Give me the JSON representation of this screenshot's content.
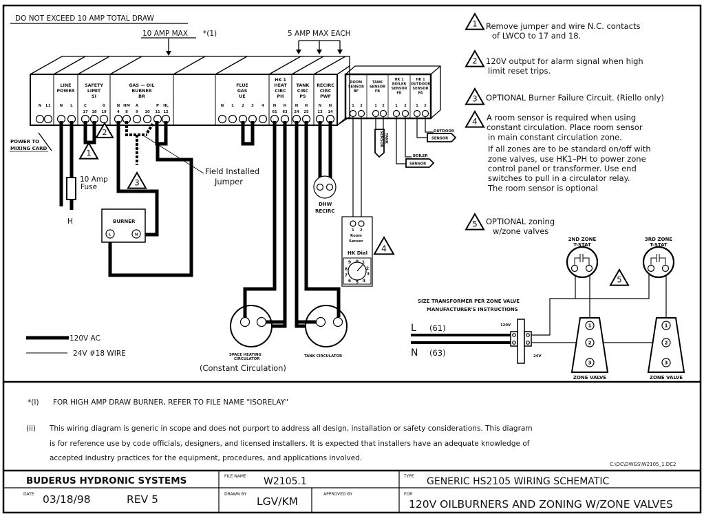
{
  "header": {
    "total_draw": "DO NOT EXCEED 10 AMP TOTAL DRAW",
    "ten_amp_max": "10 AMP MAX",
    "ten_amp_ref": "*(1)",
    "five_amp_max": "5 AMP MAX EACH"
  },
  "modules": [
    {
      "title": [
        "",
        "",
        ""
      ],
      "terminals": [
        "N",
        "L1"
      ],
      "numbers": [
        "",
        ""
      ]
    },
    {
      "title": [
        "LINE",
        "POWER",
        ""
      ],
      "terminals": [
        "N",
        "L"
      ],
      "numbers": [
        "",
        ""
      ]
    },
    {
      "title": [
        "SAFETY",
        "LIMIT",
        "SI"
      ],
      "terminals": [
        "C",
        "",
        "0"
      ],
      "numbers": [
        "17",
        "18",
        "19"
      ]
    },
    {
      "title": [
        "GAS — OIL",
        "BURNER",
        "BR"
      ],
      "terminals": [
        "N",
        "HM",
        "A",
        "",
        "P",
        "HL"
      ],
      "numbers": [
        "4",
        "8",
        "9",
        "10",
        "11",
        "12"
      ]
    },
    {
      "title": [
        "FLUE",
        "GAS",
        "UE"
      ],
      "terminals": [
        "N",
        "1",
        "2",
        "3",
        "4"
      ],
      "numbers": [
        "",
        "",
        "",
        "",
        ""
      ]
    },
    {
      "title": [
        "HK 1",
        "HEAT",
        "CIRC",
        "PH"
      ],
      "terminals": [
        "N",
        "H"
      ],
      "numbers": [
        "61",
        "63"
      ]
    },
    {
      "title": [
        "TANK",
        "CIRC",
        "PS"
      ],
      "terminals": [
        "N",
        "H"
      ],
      "numbers": [
        "24",
        "25"
      ]
    },
    {
      "title": [
        "RECIRC",
        "CIRC",
        "PWF"
      ],
      "terminals": [
        "N",
        "H"
      ],
      "numbers": [
        "13",
        "14"
      ]
    }
  ],
  "sensor_modules": [
    {
      "title": [
        "ROOM",
        "SENSOR",
        "BF"
      ],
      "terminals": [
        "1",
        "2"
      ]
    },
    {
      "title": [
        "TANK",
        "SENSOR",
        "FB"
      ],
      "terminals": [
        "1",
        "2"
      ]
    },
    {
      "title": [
        "HK 1",
        "BOILER",
        "SENSOR",
        "FK"
      ],
      "terminals": [
        "1",
        "2"
      ]
    },
    {
      "title": [
        "HK 1",
        "OUTDOOR",
        "SENSOR",
        "FA"
      ],
      "terminals": [
        "1",
        "2"
      ]
    }
  ],
  "sensors": {
    "tank_top": "TANK",
    "tank_body": "SENSOR",
    "boiler_top": "BOILER",
    "boiler_body": "SENSOR",
    "outdoor_top": "OUTDOOR",
    "outdoor_body": "SENSOR"
  },
  "labels": {
    "power_to_mixing": [
      "POWER TO",
      "MIXING CARD"
    ],
    "fuse": [
      "10 Amp",
      "Fuse"
    ],
    "hot": "H",
    "field_jumper": [
      "Field Installed",
      "Jumper"
    ],
    "burner": "BURNER",
    "burner_l": "L",
    "burner_n": "N",
    "dhw": [
      "DHW",
      "RECIRC"
    ],
    "room_sensor": [
      "Room",
      "Sensor"
    ],
    "room_sensor_terms": [
      "1",
      "2"
    ],
    "hk_dial": "HK Dial",
    "dial_numbers": [
      "0",
      "1",
      "2",
      "3",
      "4",
      "5",
      "6",
      "7",
      "8",
      "9"
    ],
    "space_heating": [
      "SPACE HEATING",
      "CIRCULATOR"
    ],
    "constant_circ": "(Constant Circulation)",
    "tank_circ": "TANK CIRCULATOR",
    "legend_120": "120V AC",
    "legend_24": "24V #18 WIRE",
    "transformer_note": [
      "SIZE TRANSFORMER PER ZONE VALVE",
      "MANUFACTURER'S INSTRUCTIONS"
    ],
    "l_line": "L",
    "l_ref": "(61)",
    "n_line": "N",
    "n_ref": "(63)",
    "v120": "120V",
    "v24": "24V",
    "tstat2": [
      "2ND ZONE",
      "T-STAT"
    ],
    "tstat3": [
      "3RD ZONE",
      "T-STAT"
    ],
    "zone_valve": "ZONE VALVE",
    "valve_terms": [
      "1",
      "2",
      "3"
    ]
  },
  "warnings": [
    {
      "num": "1",
      "lines": [
        "Remove jumper and wire N.C. contacts",
        "of LWCO to 17 and 18."
      ]
    },
    {
      "num": "2",
      "lines": [
        "120V output for alarm signal  when high",
        "limit reset trips."
      ]
    },
    {
      "num": "3",
      "lines": [
        "OPTIONAL Burner Failure Circuit.  (Riello only)"
      ]
    },
    {
      "num": "4",
      "lines": [
        "A room sensor is required when using",
        "constant circulation.   Place room sensor",
        "in main constant circulation zone.",
        "If all zones are to be standard on/off with",
        "zone valves, use HK1–PH to power zone",
        "control panel  or transformer.  Use end",
        "switches to pull in a circulator relay.",
        "The room sensor is optional"
      ]
    },
    {
      "num": "5",
      "lines": [
        "OPTIONAL zoning",
        "w/zone valves"
      ]
    }
  ],
  "footnotes": {
    "note1_mark": "*(I)",
    "note1": "FOR HIGH AMP DRAW BURNER, REFER TO FILE NAME \"ISORELAY\"",
    "note2_mark": "(ii)",
    "note2": [
      "This wiring diagram is  generic in scope and does not  purport to address all design, installation or safety considerations.   This diagram",
      "is for reference  use by code officials, designers, and licensed installers.  It is expected that installers  have an adequate knowledge of",
      "accepted industry practices for the equipment, procedures, and applications  involved."
    ],
    "file_path": "C:\\DC\\DWGS\\W2105_1.DC2"
  },
  "title_block": {
    "company": "BUDERUS HYDRONIC SYSTEMS",
    "file_name_label": "FILE NAME",
    "file_name": "W2105.1",
    "type_label": "TYPE",
    "type": "GENERIC HS2105 WIRING SCHEMATIC",
    "date_label": "DATE",
    "date": "03/18/98",
    "rev": "REV 5",
    "drawn_by_label": "DRAWN BY",
    "drawn_by": "LGV/KM",
    "approved_by_label": "APPROVED BY",
    "approved_by": "",
    "for_label": "FOR",
    "for": "120V OILBURNERS AND ZONING W/ZONE VALVES"
  }
}
